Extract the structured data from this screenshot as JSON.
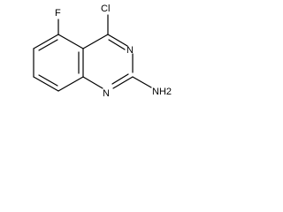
{
  "molecule": {
    "atoms": {
      "chlorine": "Cl",
      "fluorine": "F",
      "ring_nitrogen_top": "N",
      "ring_nitrogen_bottom": "N",
      "amine": "NH2"
    }
  }
}
